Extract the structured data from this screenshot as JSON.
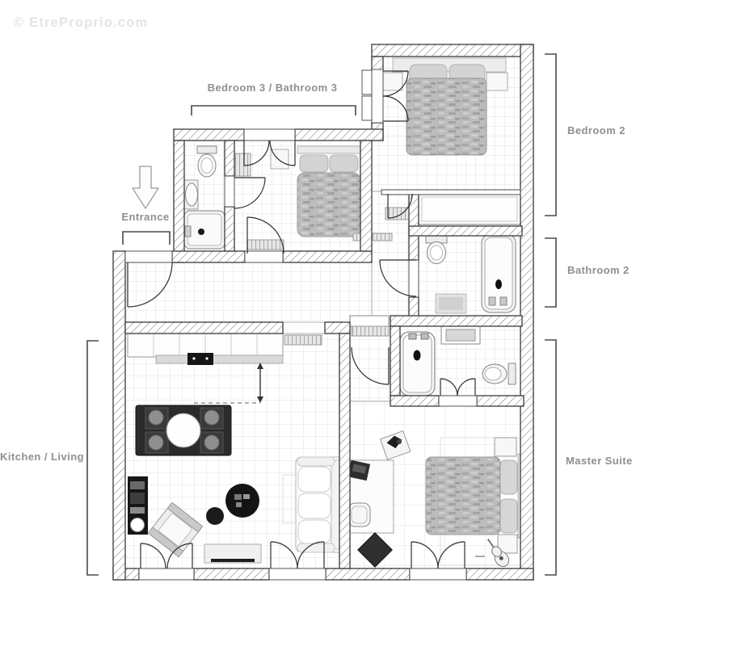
{
  "watermark": "© EtreProprio.com",
  "plan": {
    "labels": {
      "bedroom3_bathroom3": "Bedroom 3 / Bathroom 3",
      "bedroom2": "Bedroom 2",
      "bathroom2": "Bathroom 2",
      "entrance": "Entrance",
      "kitchen_living": "Kitchen / Living",
      "master_suite": "Master Suite"
    },
    "colors": {
      "label_text": "#8f8f8f",
      "bracket_line": "#4a4a4a",
      "wall_line": "#3a3a3a",
      "tile_line": "#e2e2e2",
      "furniture_dark": "#1a1a1a",
      "duvet_gray": "#bcbcbc",
      "watermark_gray": "#e4e4e4"
    }
  }
}
